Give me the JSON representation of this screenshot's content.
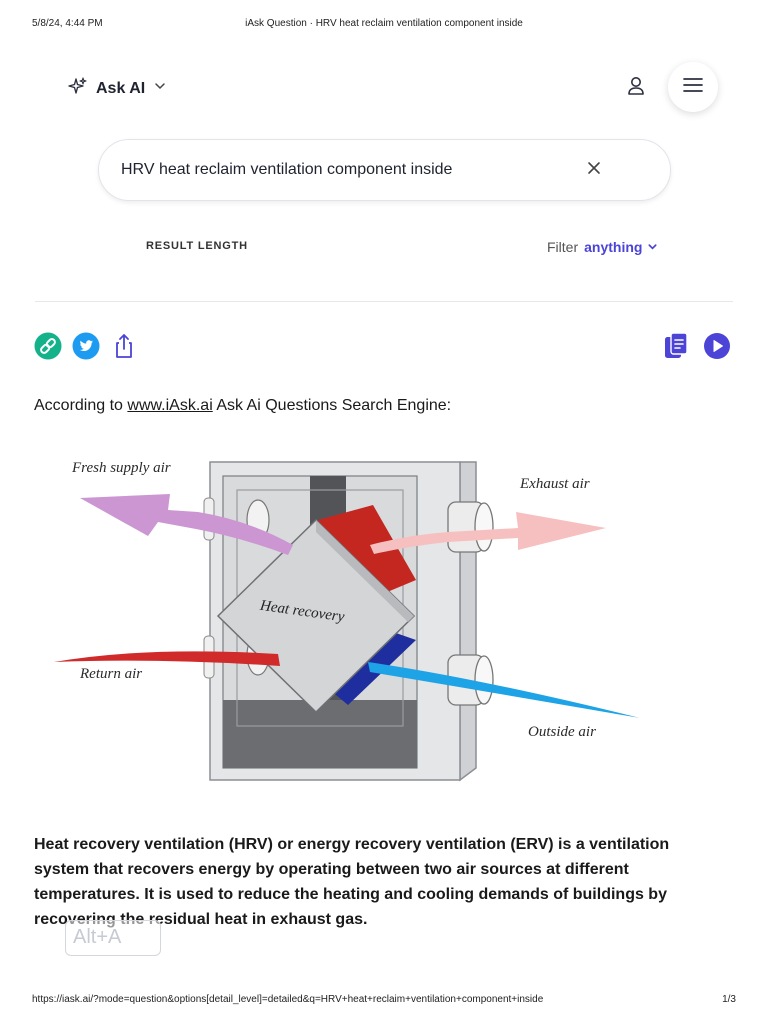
{
  "print_header": {
    "datetime": "5/8/24, 4:44 PM",
    "title": "iAsk Question · HRV heat reclaim ventilation component inside"
  },
  "nav": {
    "brand_label": "Ask AI",
    "icons": [
      "sparkle-icon",
      "chevron-down-icon",
      "user-icon",
      "menu-icon"
    ]
  },
  "search": {
    "value": "HRV heat reclaim ventilation component inside",
    "clear_icon": "close-icon"
  },
  "options": {
    "result_length_label": "RESULT LENGTH",
    "filter_label": "Filter",
    "filter_value": "anything"
  },
  "share": {
    "icons": [
      "link-icon",
      "twitter-icon",
      "share-icon"
    ],
    "copy_icon": "copy-icon",
    "play_icon": "play-icon"
  },
  "intro": {
    "prefix": "According to ",
    "link_text": "www.iAsk.ai",
    "suffix": " Ask Ai Questions Search Engine:"
  },
  "diagram": {
    "labels": {
      "fresh_supply": "Fresh supply air",
      "exhaust": "Exhaust air",
      "heat_recovery": "Heat recovery",
      "return": "Return air",
      "outside": "Outside air"
    }
  },
  "answer": {
    "text": "Heat recovery ventilation (HRV) or energy recovery ventilation (ERV) is a ventilation system that recovers energy by operating between two air sources at different temperatures. It is used to reduce the heating and cooling demands of buildings by recovering the residual heat in exhaust gas."
  },
  "shortcut": {
    "label": "Alt+A"
  },
  "print_footer": {
    "url": "https://iask.ai/?mode=question&options[detail_level]=detailed&q=HRV+heat+reclaim+ventilation+component+inside",
    "page": "1/3"
  },
  "colors": {
    "accent": "#4b44d6",
    "link_icon": "#13b28a",
    "twitter": "#1d9bf0",
    "fresh_air": "#cc96d2",
    "exhaust_air": "#f7c0c0",
    "return_air": "#d12a2a",
    "outside_air": "#1ea3e6"
  }
}
